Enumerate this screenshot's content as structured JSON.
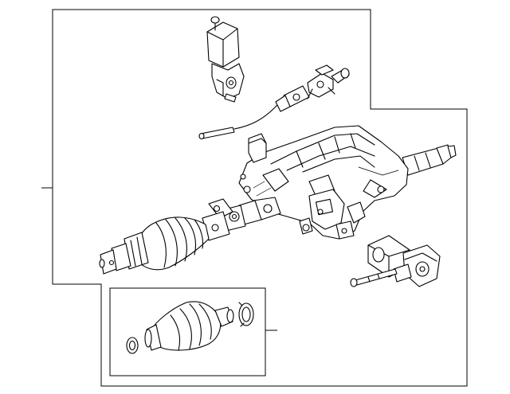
{
  "diagram": {
    "type": "exploded parts illustration",
    "background": "#ffffff",
    "line_color": "#000000",
    "parts": [
      "steering-column-assembly",
      "tilt-motor",
      "position-sensor-cable",
      "telescope-motor",
      "intermediate-shaft",
      "shaft-boot-kit",
      "seal-ring",
      "retaining-clip"
    ]
  }
}
